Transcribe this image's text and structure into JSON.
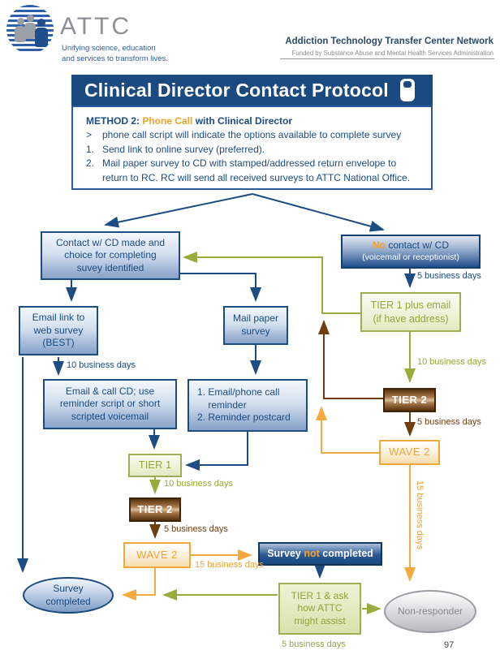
{
  "header": {
    "logo_word": "ATTC",
    "tagline": "Unifying science, education\nand services to transform lives.",
    "network_name": "Addiction Technology Transfer Center Network",
    "funded_by": "Funded by Substance Abuse and Mental Health Services Administration"
  },
  "title_bar": {
    "title": "Clinical Director Contact Protocol"
  },
  "method_box": {
    "heading_prefix": "METHOD 2: ",
    "heading_highlight": "Phone Call",
    "heading_suffix": " with Clinical Director",
    "items": [
      {
        "marker": ">",
        "text": "phone call script will indicate the options available to complete survey"
      },
      {
        "marker": "1.",
        "text": "Send link to online survey (preferred)."
      },
      {
        "marker": "2.",
        "text": "Mail paper survey to CD with stamped/addressed return envelope to return to RC. RC will send all received surveys to ATTC National Office."
      }
    ]
  },
  "flowchart": {
    "nodes": {
      "contact": "Contact w/ CD made and\nchoice for completing\nsuvey identified",
      "no_contact_highlight": "No",
      "no_contact_rest": " contact w/ CD",
      "no_contact_sub": "(voicemail or receptionist)",
      "email_link": "Email link to\nweb survey\n(BEST)",
      "mail_paper": "Mail paper\nsurvey",
      "email_call": "Email & call CD; use\nreminder script or short\nscripted voicemail",
      "reminder": "1. Email/phone call\n    reminder\n2. Reminder postcard",
      "tier1_left": "TIER 1",
      "tier2_left": "TIER 2",
      "wave2_left": "WAVE 2",
      "tier1_plus": "TIER 1 plus email\n(if have address)",
      "tier2_right": "TIER 2",
      "wave2_right": "WAVE 2",
      "survey_not_prefix": "Survey ",
      "survey_not_highlight": "not",
      "survey_not_suffix": " completed",
      "tier1_ask": "TIER 1 & ask\nhow ATTC\nmight assist",
      "survey_completed": "Survey\ncompleted",
      "non_responder": "Non-responder"
    },
    "edge_labels": {
      "no_contact_to_tier1plus": "5 business days",
      "tier1plus_to_tier2r": "10 business days",
      "tier2r_to_wave2r": "5 business days",
      "wave2r_to_nonresponder": "15 business days",
      "emaillink_to_emailcall": "10 business days",
      "tier1l_to_tier2l": "10 business days",
      "tier2l_to_wave2l": "5 business days",
      "wave2l_to_surveynot": "15 business days",
      "tier1ask_to_nonresponder": "5 business days"
    }
  },
  "page_number": "97",
  "colors": {
    "navy": "#1B4C82",
    "title_bar_bg": "#1A4A80",
    "orange": "#F5A228",
    "green": "#93A839",
    "brown": "#6E3D12",
    "gray": "#8C8C93"
  }
}
